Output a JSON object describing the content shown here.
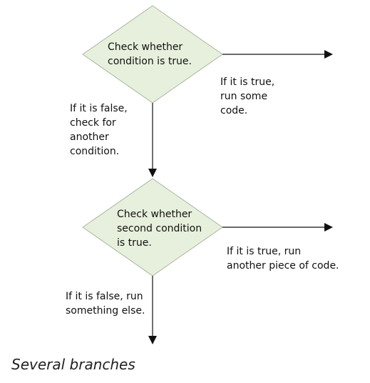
{
  "diagram": {
    "decision1": {
      "text": "Check whether\ncondition is true."
    },
    "decision1_true": {
      "text": "If it is true,\nrun some\ncode."
    },
    "decision1_false": {
      "text": "If it is false,\ncheck for\nanother\ncondition."
    },
    "decision2": {
      "text": "Check whether\nsecond condition\nis true."
    },
    "decision2_true": {
      "text": "If it is true, run\nanother piece of code."
    },
    "decision2_false": {
      "text": "If it is false, run\nsomething else."
    }
  },
  "caption": "Several branches",
  "colors": {
    "diamond_fill": "#e7f0dc",
    "diamond_stroke": "#a9b6a0",
    "line": "#111111"
  }
}
